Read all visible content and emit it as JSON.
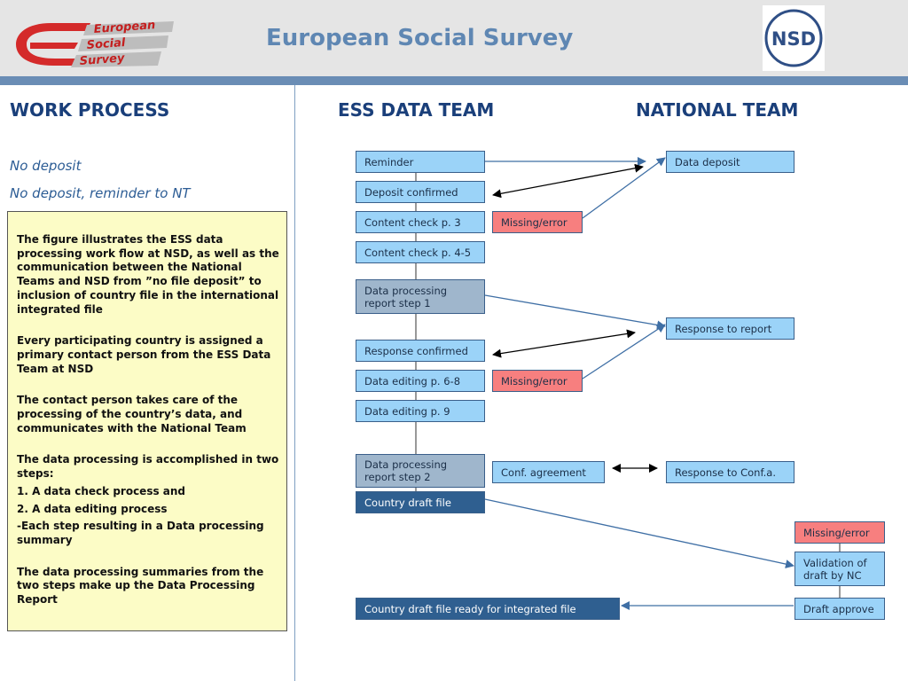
{
  "header": {
    "title": "European Social Survey",
    "logo_left_lines": [
      "European",
      "Social",
      "Survey"
    ],
    "logo_right": "NSD"
  },
  "left": {
    "heading": "WORK PROCESS",
    "lines": [
      "No deposit",
      "No deposit, reminder to NT"
    ],
    "info": [
      "The figure illustrates the ESS data processing work flow at NSD, as well as the communication between the National Teams and NSD from ”no file deposit” to inclusion of country file in the international integrated file",
      "Every participating country is assigned a primary contact person  from the ESS Data Team at NSD",
      "The contact person takes care of  the processing of the country’s data, and communicates with the National Team",
      "The data processing is accomplished in two steps:",
      "1. A data check process and",
      "2. A data editing process",
      "-Each step resulting in a Data processing summary",
      "The data processing summaries from the two steps make up the Data Processing Report"
    ]
  },
  "columns": {
    "ess": "ESS DATA TEAM",
    "national": "NATIONAL TEAM"
  },
  "flow": {
    "reminder": "Reminder",
    "deposit_confirmed": "Deposit confirmed",
    "content_check_3": "Content check p. 3",
    "content_check_45": "Content check p. 4-5",
    "dp_report_1": "Data processing report step 1",
    "response_confirmed": "Response confirmed",
    "data_editing_68": "Data editing p. 6-8",
    "data_editing_9": "Data editing p. 9",
    "dp_report_2": "Data processing report step 2",
    "country_draft": "Country draft file",
    "country_draft_ready": "Country draft file ready for integrated file",
    "missing_1": "Missing/error",
    "missing_2": "Missing/error",
    "conf_agreement": "Conf. agreement",
    "data_deposit": "Data deposit",
    "response_to_report": "Response to report",
    "response_conf_a": "Response to Conf.a.",
    "missing_3": "Missing/error",
    "validation": "Validation of draft by NC",
    "draft_approve": "Draft approve"
  },
  "colors": {
    "header_bg": "#e5e5e5",
    "header_bar": "#6a8db5",
    "title": "#5f87b3",
    "heading": "#1a3f7a",
    "node_light": "#9bd3f8",
    "node_gray": "#9fb6cc",
    "node_red": "#f77f7f",
    "node_dark": "#2f5f90",
    "info_bg": "#fcfcc6"
  }
}
